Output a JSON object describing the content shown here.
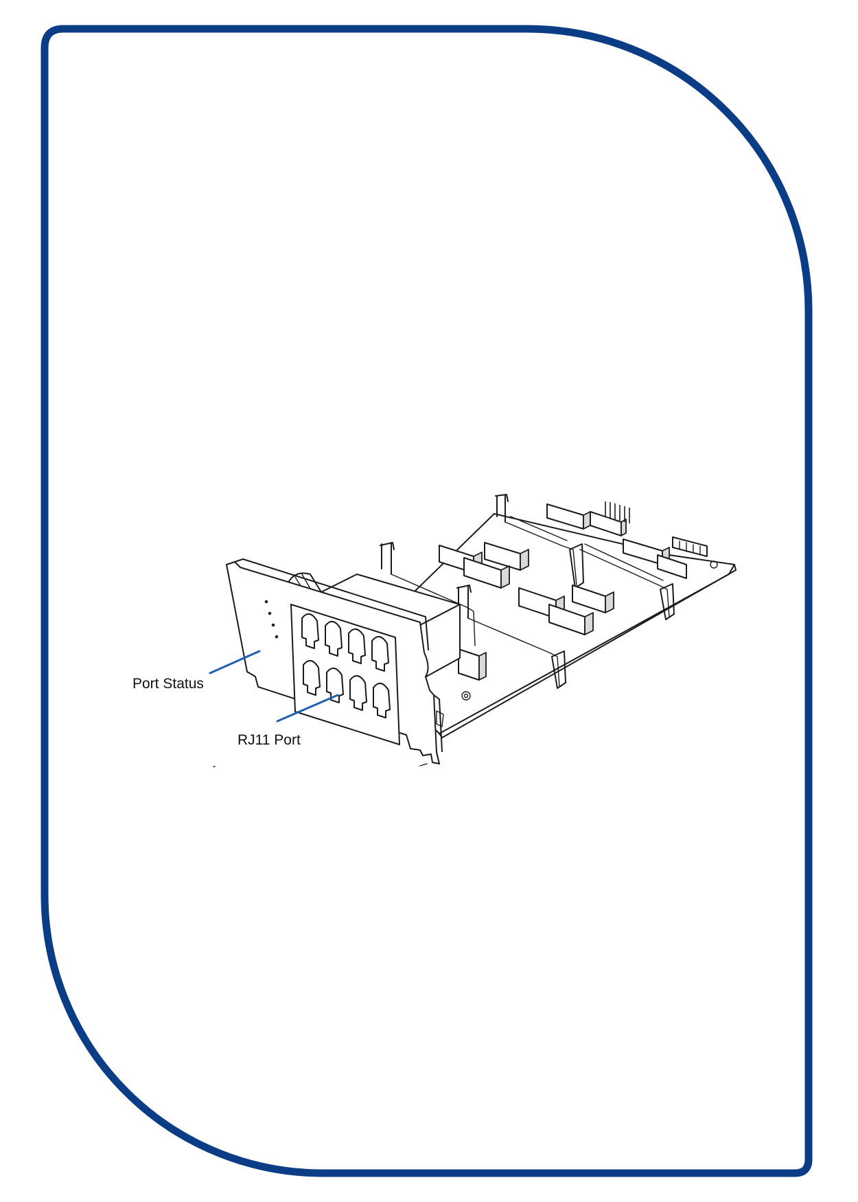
{
  "figure": {
    "frame_color": "#0b3d87",
    "callout_line_color": "#1f5fb5",
    "labels": {
      "port_status": "Port  Status",
      "rj11_port": "RJ11 Port"
    },
    "port_count": 8,
    "status_led_count": 4
  }
}
